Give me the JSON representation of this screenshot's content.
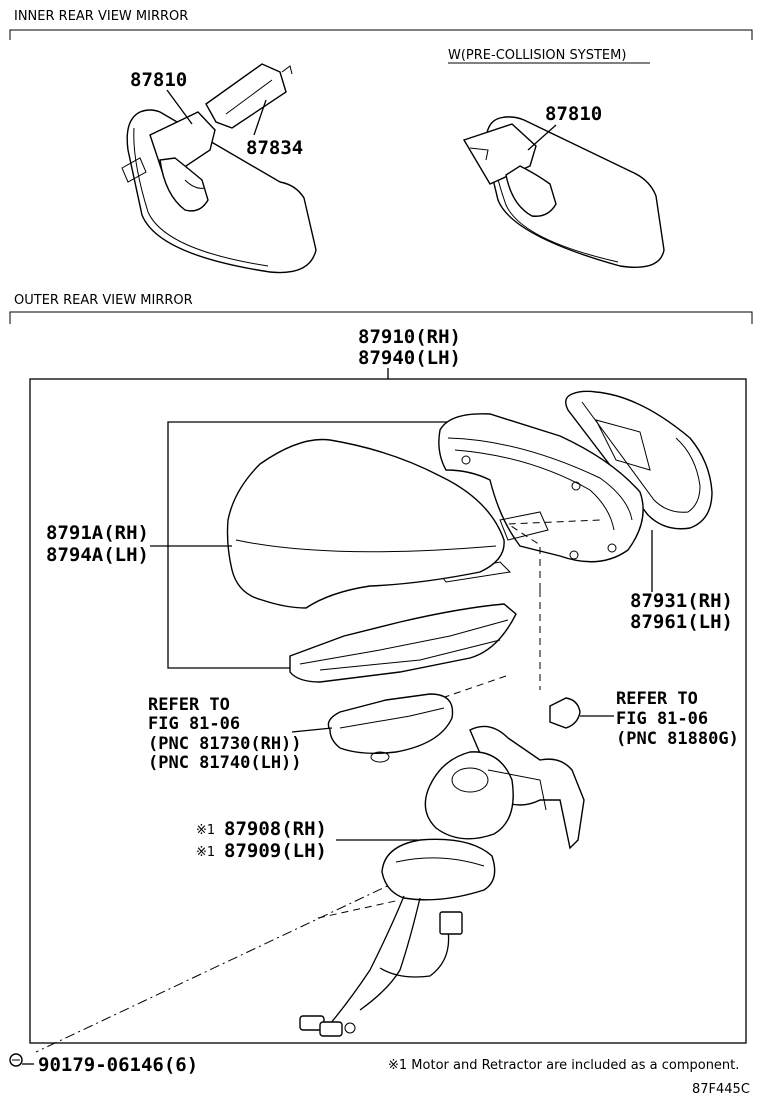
{
  "sections": {
    "inner": "INNER REAR VIEW MIRROR",
    "outer": "OUTER REAR VIEW MIRROR"
  },
  "variant_label": "W(PRE-COLLISION SYSTEM)",
  "callouts": {
    "inner_mirror_a": "87810",
    "mirror_cover_inner": "87834",
    "inner_mirror_b": "87810",
    "outer_assy_rh": "87910(RH)",
    "outer_assy_lh": "87940(LH)",
    "cover_rh": "8791A(RH)",
    "cover_lh": "8794A(LH)",
    "mirror_rh": "87931(RH)",
    "mirror_lh": "87961(LH)",
    "refer1_l1": "REFER TO",
    "refer1_l2": "FIG 81-06",
    "refer1_l3": "(PNC 81730(RH))",
    "refer1_l4": "(PNC 81740(LH))",
    "refer2_l1": "REFER TO",
    "refer2_l2": "FIG 81-06",
    "refer2_l3": "(PNC 81880G)",
    "motor_rh": "87908(RH)",
    "motor_lh": "87909(LH)",
    "asterisk_mark": "※1",
    "screw": "90179-06146(6)"
  },
  "footnote": "※1 Motor and Retractor are included as a component.",
  "figure_code": "87F445C",
  "icons": [
    "inner-mirror-icon",
    "mirror-mount-cover-icon",
    "outer-mirror-cover-icon",
    "mirror-glass-icon",
    "side-turn-lamp-icon",
    "bulb-icon",
    "mirror-motor-icon",
    "screw-icon"
  ]
}
